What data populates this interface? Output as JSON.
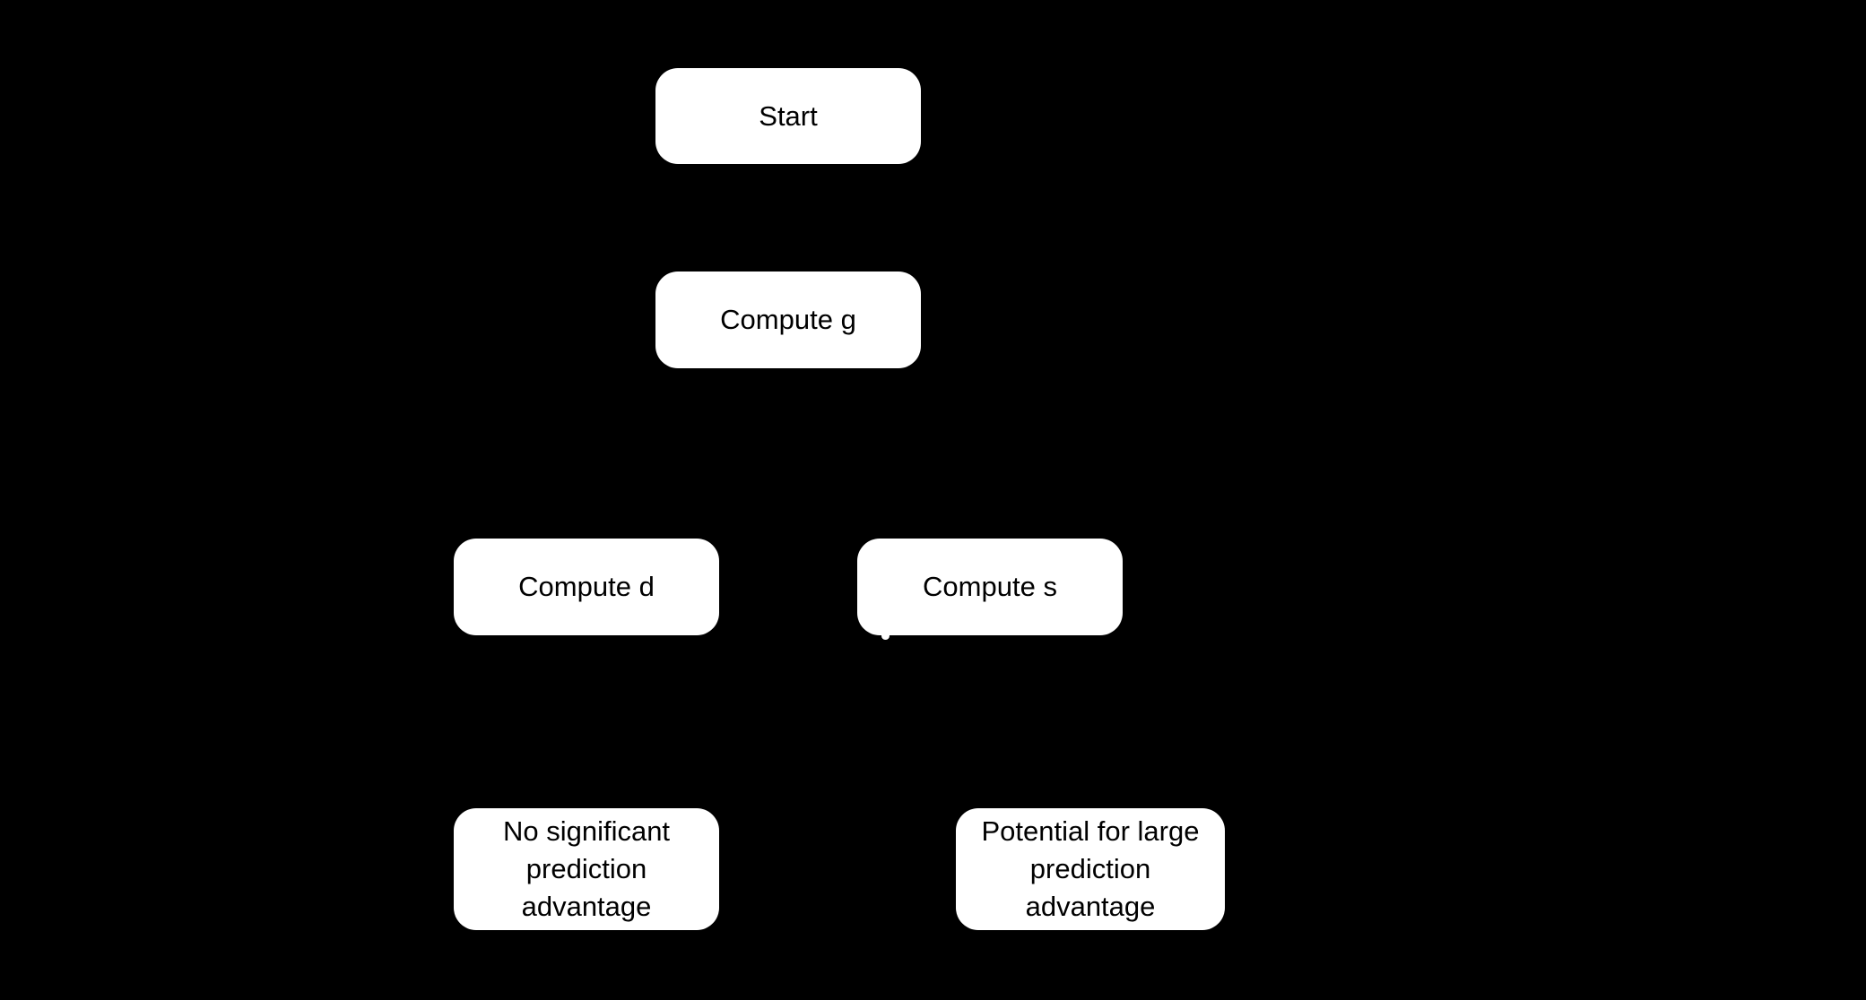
{
  "diagram": {
    "type": "flowchart",
    "background_color": "#000000",
    "node_fill_color": "#ffffff",
    "node_text_color": "#000000",
    "nodes": [
      {
        "id": "start",
        "label": "Start"
      },
      {
        "id": "compute-g",
        "label": "Compute g"
      },
      {
        "id": "compute-d",
        "label": "Compute d"
      },
      {
        "id": "compute-s",
        "label": "Compute s"
      },
      {
        "id": "outcome-no-advantage",
        "label": "No significant prediction advantage"
      },
      {
        "id": "outcome-large-advantage",
        "label": "Potential for large prediction advantage"
      }
    ],
    "notes": "Connector arrows/edge labels are not visible (rendered black on black background)."
  }
}
